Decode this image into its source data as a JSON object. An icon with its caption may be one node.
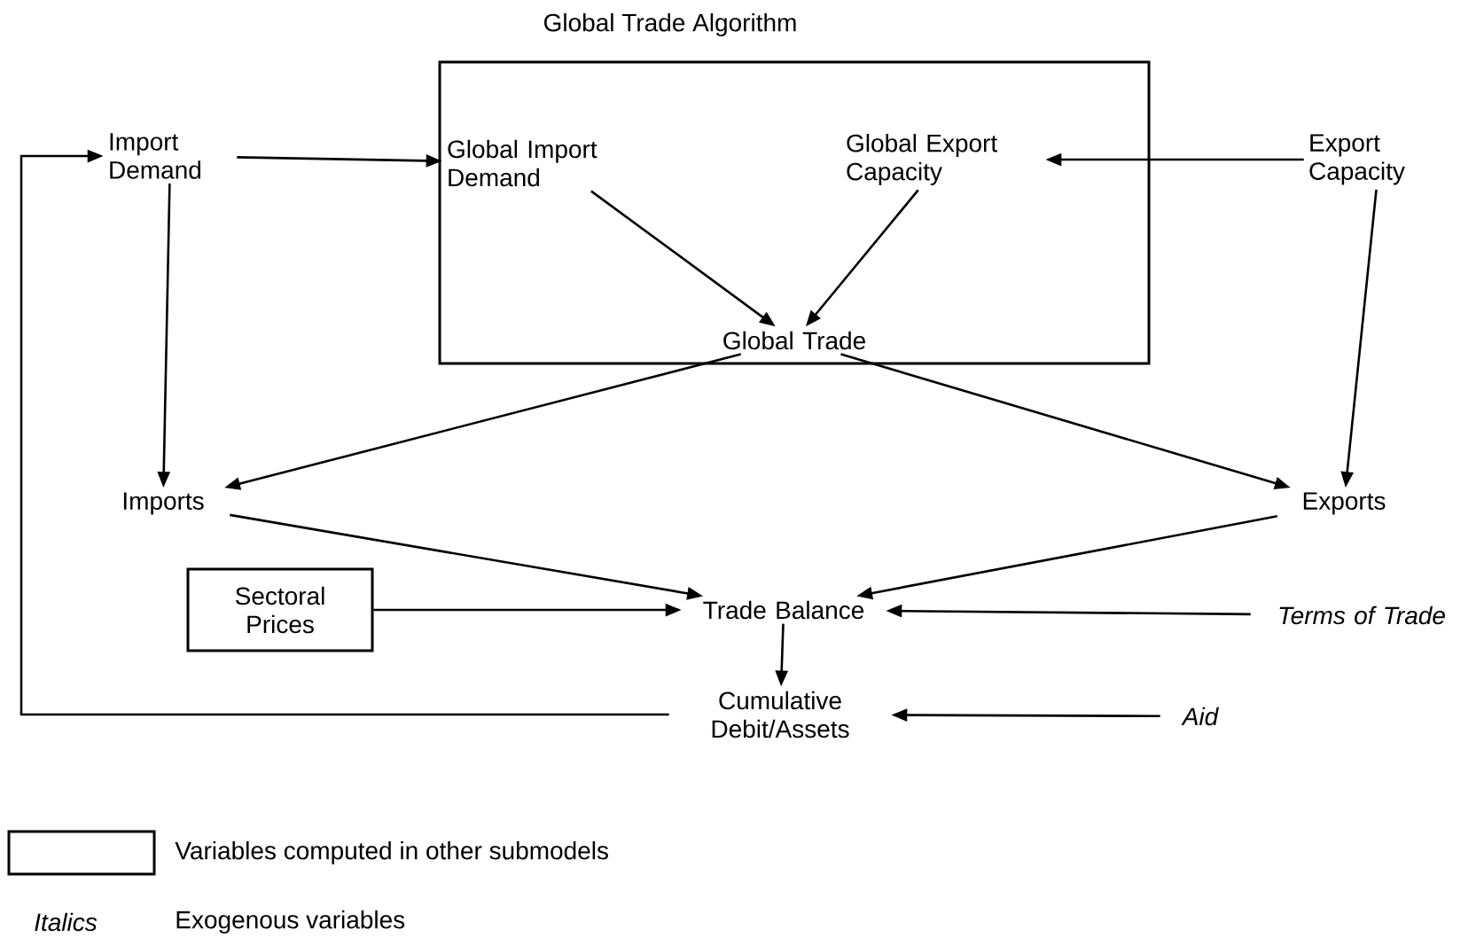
{
  "diagram": {
    "nodes": [
      {
        "text": [
          "Global Trade Algorithm"
        ]
      },
      {
        "text": [
          "Import Demand"
        ]
      },
      {
        "text": [
          "Global Import Demand"
        ],
        "in": 0
      },
      {
        "text": [
          "Global Export Capacity"
        ],
        "in": 0
      },
      {
        "text": [
          "Export Capacity"
        ]
      },
      {
        "text": [
          "Global Trade"
        ],
        "in": 0
      },
      {
        "text": [
          "Imports"
        ]
      },
      {
        "text": [
          "Exports"
        ]
      },
      {
        "text": [
          "Sectoral Prices"
        ]
      },
      {
        "text": [
          "Trade Balance"
        ]
      },
      {
        "text": [
          "Terms of Trade"
        ]
      },
      {
        "text": [
          "Cumulative Debit/Assets"
        ]
      },
      {
        "text": [
          "Aid"
        ]
      }
    ],
    "edges": [
      {
        "from": 1,
        "to": 2,
        "arrow": "to"
      },
      {
        "from": 4,
        "to": 3,
        "arrow": "to"
      },
      {
        "from": 2,
        "to": 5,
        "arrow": "to"
      },
      {
        "from": 3,
        "to": 5,
        "arrow": "to"
      },
      {
        "from": 5,
        "to": 6,
        "arrow": "to"
      },
      {
        "from": 5,
        "to": 7,
        "arrow": "to"
      },
      {
        "from": 1,
        "to": 6,
        "arrow": "to"
      },
      {
        "from": 4,
        "to": 7,
        "arrow": "to"
      },
      {
        "from": 6,
        "to": 9,
        "arrow": "to"
      },
      {
        "from": 8,
        "to": 9,
        "arrow": "to"
      },
      {
        "from": 7,
        "to": 9,
        "arrow": "to"
      },
      {
        "from": 10,
        "to": 9,
        "arrow": "to"
      },
      {
        "from": 9,
        "to": 11,
        "arrow": "to"
      },
      {
        "from": 12,
        "to": 11,
        "arrow": "to"
      },
      {
        "from": 11,
        "to": 1,
        "arrow": "to"
      }
    ],
    "labels": [
      "Italics"
    ],
    "legend": [
      {
        "text": "Variables computed in other submodels"
      },
      {
        "text": "Exogenous variables"
      }
    ]
  }
}
